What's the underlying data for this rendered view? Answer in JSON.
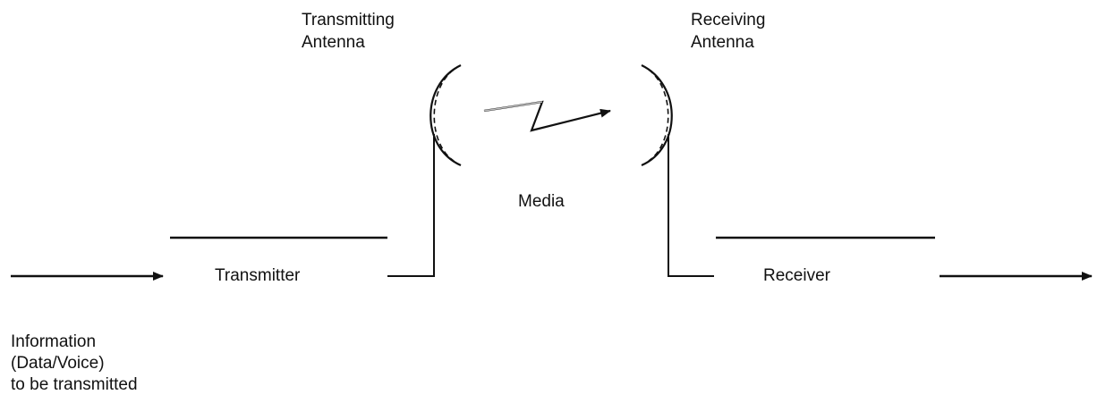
{
  "labels": {
    "tx_antenna": [
      "Transmitting",
      "Antenna"
    ],
    "rx_antenna": [
      "Receiving",
      "Antenna"
    ],
    "media": "Media",
    "transmitter": "Transmitter",
    "receiver": "Receiver",
    "information": [
      "Information",
      "(Data/Voice)",
      "to be transmitted"
    ]
  }
}
